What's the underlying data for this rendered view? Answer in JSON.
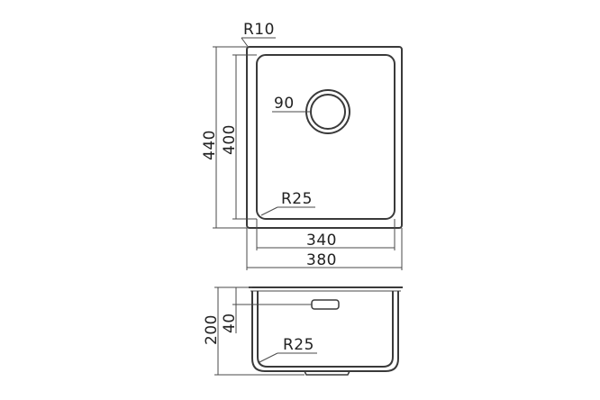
{
  "top_view": {
    "corner_radius_outer": "R10",
    "drain_diameter": "90",
    "corner_radius_inner": "R25",
    "height_outer": "440",
    "height_inner": "400",
    "width_inner": "340",
    "width_outer": "380"
  },
  "side_view": {
    "depth_total": "200",
    "overflow_depth": "40",
    "bottom_radius": "R25"
  },
  "colors": {
    "line": "#3a3a3a",
    "text": "#222222"
  }
}
